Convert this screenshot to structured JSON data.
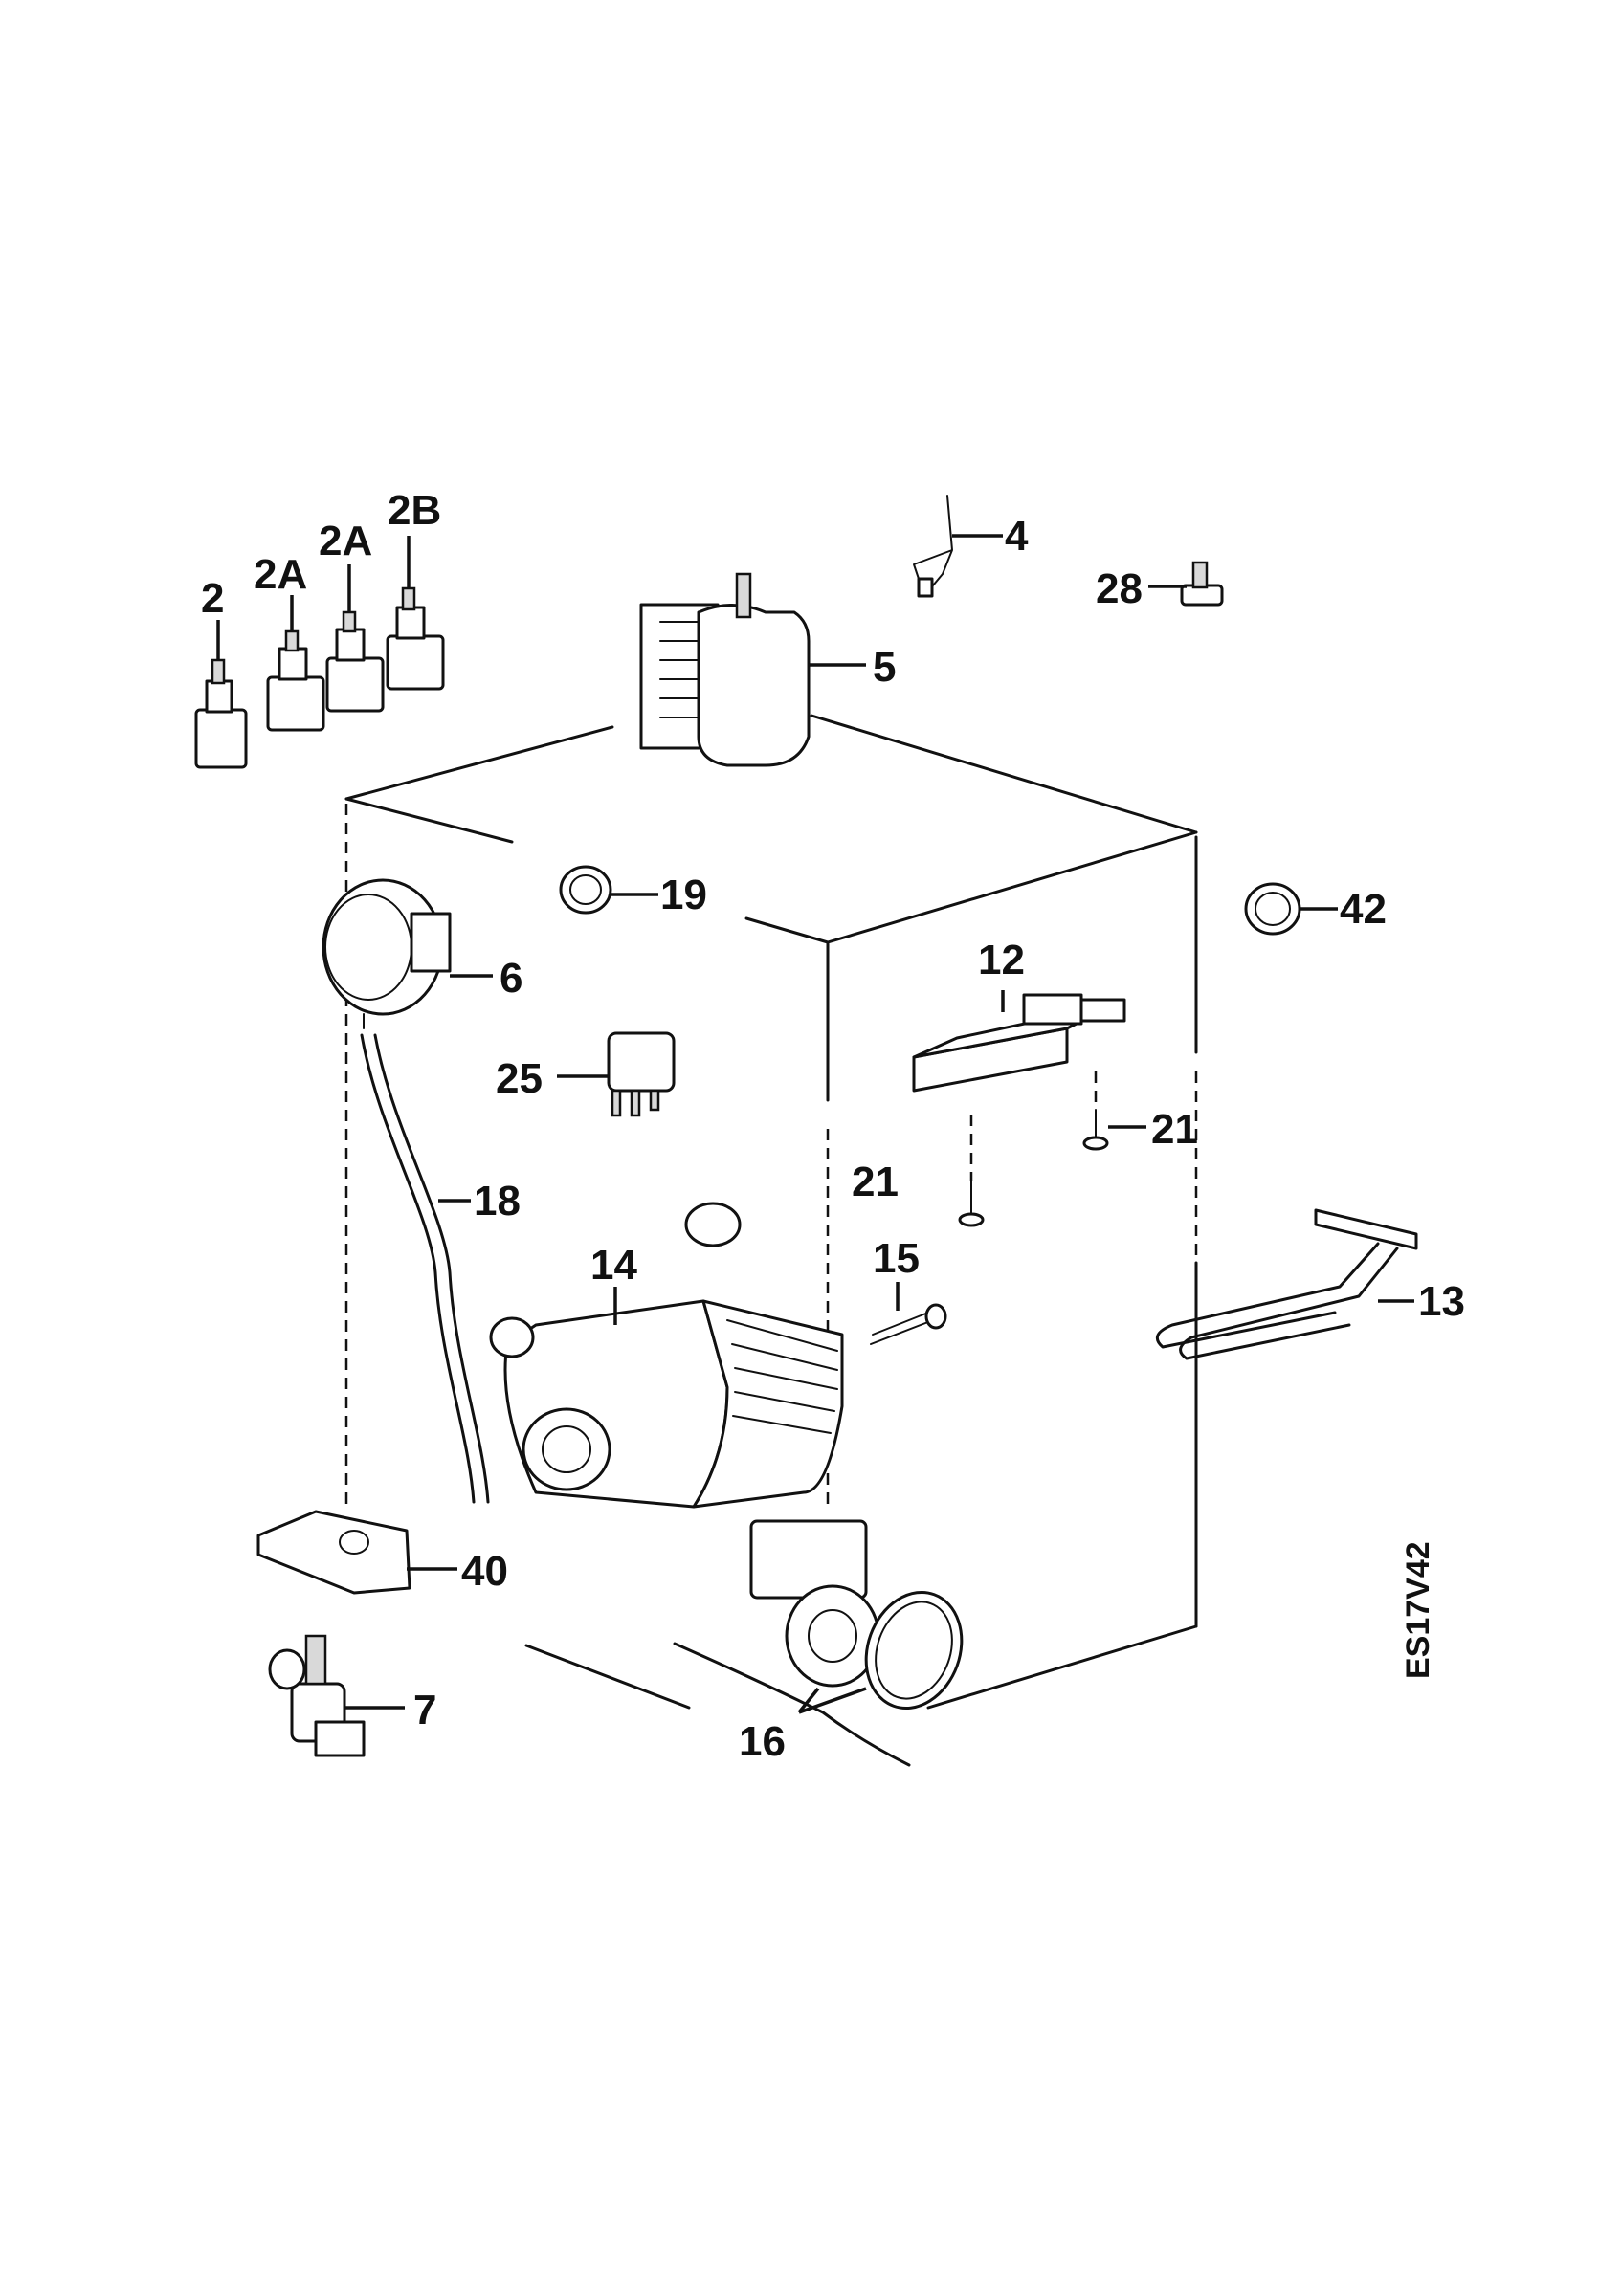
{
  "labels": {
    "p2": "2",
    "p2a_left": "2A",
    "p2a_right": "2A",
    "p2b": "2B",
    "p4": "4",
    "p5": "5",
    "p6": "6",
    "p7": "7",
    "p12": "12",
    "p13": "13",
    "p14": "14",
    "p15": "15",
    "p16": "16",
    "p18": "18",
    "p19": "19",
    "p21_right": "21",
    "p21_left": "21",
    "p25": "25",
    "p28": "28",
    "p40": "40",
    "p42": "42"
  },
  "drawing_code": "ES17V42"
}
